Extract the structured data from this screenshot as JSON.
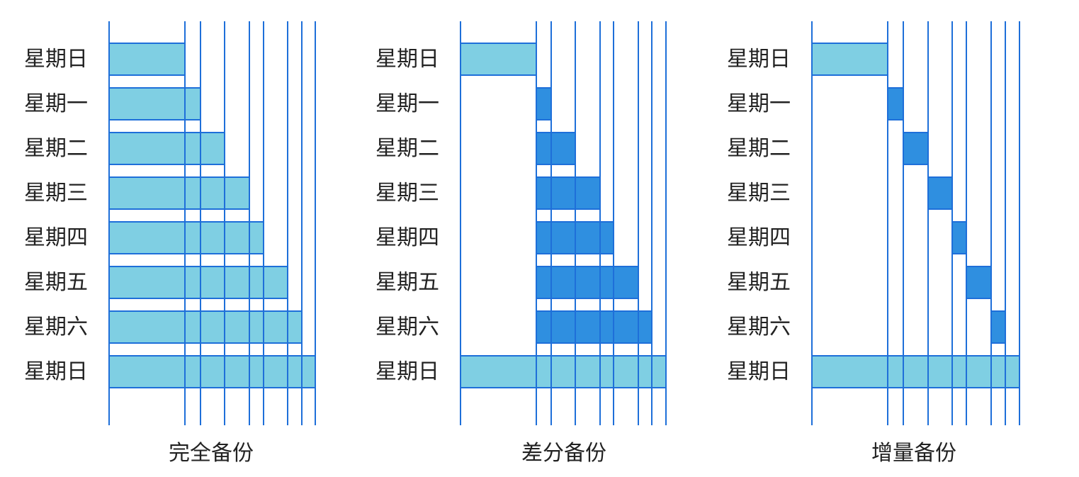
{
  "colors": {
    "line": "#1e6fd9",
    "full_fill": "#7fcfe3",
    "delta_fill": "#2f8fe0",
    "label": "#222222"
  },
  "days": [
    "星期日",
    "星期一",
    "星期二",
    "星期三",
    "星期四",
    "星期五",
    "星期六",
    "星期日"
  ],
  "panels": [
    {
      "title": "完全备份",
      "rows": [
        {
          "start": 0,
          "end": 1,
          "kind": "full"
        },
        {
          "start": 0,
          "end": 2,
          "kind": "full"
        },
        {
          "start": 0,
          "end": 3,
          "kind": "full"
        },
        {
          "start": 0,
          "end": 4,
          "kind": "full"
        },
        {
          "start": 0,
          "end": 5,
          "kind": "full"
        },
        {
          "start": 0,
          "end": 6,
          "kind": "full"
        },
        {
          "start": 0,
          "end": 7,
          "kind": "full"
        },
        {
          "start": 0,
          "end": 8,
          "kind": "full"
        }
      ]
    },
    {
      "title": "差分备份",
      "rows": [
        {
          "start": 0,
          "end": 1,
          "kind": "full"
        },
        {
          "start": 1,
          "end": 2,
          "kind": "delta"
        },
        {
          "start": 1,
          "end": 3,
          "kind": "delta"
        },
        {
          "start": 1,
          "end": 4,
          "kind": "delta"
        },
        {
          "start": 1,
          "end": 5,
          "kind": "delta"
        },
        {
          "start": 1,
          "end": 6,
          "kind": "delta"
        },
        {
          "start": 1,
          "end": 7,
          "kind": "delta"
        },
        {
          "start": 0,
          "end": 8,
          "kind": "full"
        }
      ]
    },
    {
      "title": "增量备份",
      "rows": [
        {
          "start": 0,
          "end": 1,
          "kind": "full"
        },
        {
          "start": 1,
          "end": 2,
          "kind": "delta"
        },
        {
          "start": 2,
          "end": 3,
          "kind": "delta"
        },
        {
          "start": 3,
          "end": 4,
          "kind": "delta"
        },
        {
          "start": 4,
          "end": 5,
          "kind": "delta"
        },
        {
          "start": 5,
          "end": 6,
          "kind": "delta"
        },
        {
          "start": 6,
          "end": 7,
          "kind": "delta"
        },
        {
          "start": 0,
          "end": 8,
          "kind": "full"
        }
      ]
    }
  ]
}
